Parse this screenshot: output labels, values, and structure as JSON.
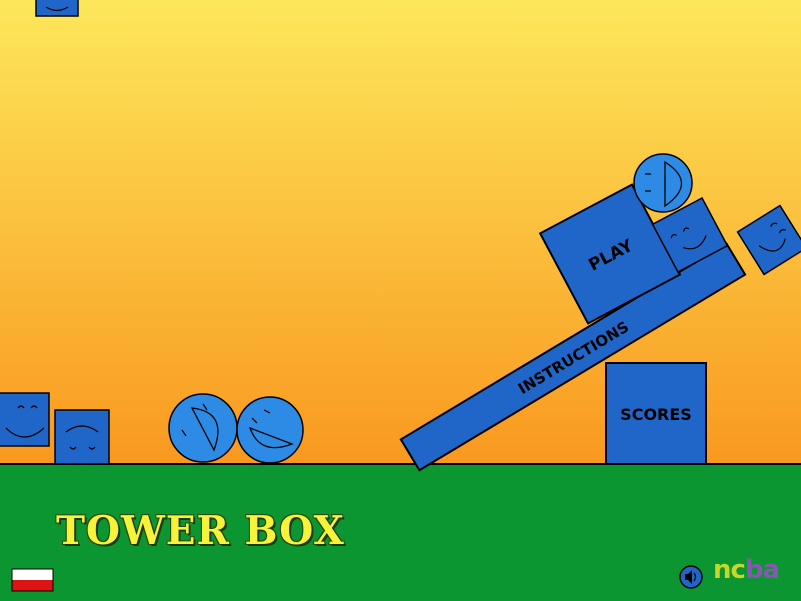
{
  "game": {
    "title": "TOWER BOX",
    "menu": {
      "play_label": "PLAY",
      "instructions_label": "INSTRUCTIONS",
      "scores_label": "SCORES"
    },
    "footer": {
      "language_flag": "poland-flag",
      "sound_icon": "speaker-icon",
      "logo_part1": "nc",
      "logo_part2": "ba"
    }
  },
  "colors": {
    "sky_top": "#fde75a",
    "sky_bottom": "#f9981f",
    "ground": "#0b9631",
    "box_blue": "#1f66c8",
    "ball_blue": "#2d8be6",
    "title_yellow": "#f7f23a",
    "flag_red": "#dc1414"
  }
}
